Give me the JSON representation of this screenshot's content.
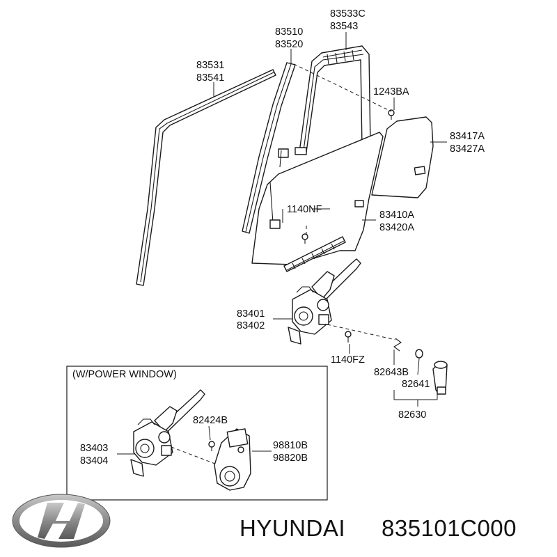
{
  "labels": {
    "l83533C": "83533C",
    "l83543": "83543",
    "l83510": "83510",
    "l83520": "83520",
    "l83531": "83531",
    "l83541": "83541",
    "l1243BA": "1243BA",
    "l83417A": "83417A",
    "l83427A": "83427A",
    "l1140NF": "1140NF",
    "l83410A": "83410A",
    "l83420A": "83420A",
    "l83401": "83401",
    "l83402": "83402",
    "l1140FZ": "1140FZ",
    "l82643B": "82643B",
    "l82641": "82641",
    "l82630": "82630",
    "l82424B": "82424B",
    "l83403": "83403",
    "l83404": "83404",
    "l98810B": "98810B",
    "l98820B": "98820B"
  },
  "inset_title": "(W/POWER WINDOW)",
  "footer": {
    "brand": "HYUNDAI",
    "part_number": "835101C000"
  },
  "logo": {
    "name": "hyundai-logo",
    "color": "#8a8a8a"
  },
  "colors": {
    "line": "#1a1a1a",
    "text": "#111111"
  }
}
